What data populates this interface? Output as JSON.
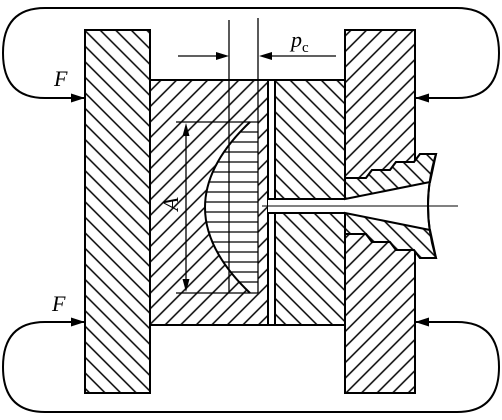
{
  "labels": {
    "force_top": "F",
    "force_bottom": "F",
    "pressure_symbol": "p",
    "pressure_subscript": "c",
    "area": "A"
  },
  "colors": {
    "line": "#000000",
    "background": "#ffffff"
  }
}
